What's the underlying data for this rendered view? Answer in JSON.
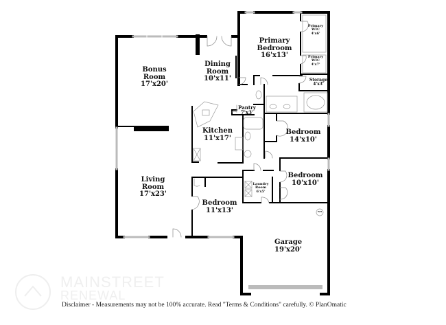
{
  "floorplan": {
    "rooms": [
      {
        "id": "bonus-room",
        "name": "Bonus Room",
        "name_lines": [
          "Bonus",
          "Room"
        ],
        "size": "17'x20'"
      },
      {
        "id": "dining-room",
        "name": "Dining Room",
        "name_lines": [
          "Dining",
          "Room"
        ],
        "size": "10'x11'"
      },
      {
        "id": "primary-bedroom",
        "name": "Primary Bedroom",
        "name_lines": [
          "Primary",
          "Bedroom"
        ],
        "size": "16'x13'"
      },
      {
        "id": "primary-wic-1",
        "name": "Primary WIC",
        "name_lines": [
          "Primary",
          "WIC"
        ],
        "size": "4'x6'"
      },
      {
        "id": "primary-wic-2",
        "name": "Primary WIC",
        "name_lines": [
          "Primary",
          "WIC"
        ],
        "size": "4'x7'"
      },
      {
        "id": "storage",
        "name": "Storage",
        "name_lines": [
          "Storage"
        ],
        "size": "4'x3'"
      },
      {
        "id": "pantry",
        "name": "Pantry",
        "name_lines": [
          "Pantry"
        ],
        "size": "7'x3'"
      },
      {
        "id": "kitchen",
        "name": "Kitchen",
        "name_lines": [
          "Kitchen"
        ],
        "size": "11'x17'"
      },
      {
        "id": "bedroom-14x10",
        "name": "Bedroom",
        "name_lines": [
          "Bedroom"
        ],
        "size": "14'x10'"
      },
      {
        "id": "bedroom-10x10",
        "name": "Bedroom",
        "name_lines": [
          "Bedroom"
        ],
        "size": "10'x10'"
      },
      {
        "id": "laundry-room",
        "name": "Laundry Room",
        "name_lines": [
          "Laundry",
          "Room"
        ],
        "size": "6'x5'"
      },
      {
        "id": "living-room",
        "name": "Living Room",
        "name_lines": [
          "Living",
          "Room"
        ],
        "size": "17'x23'"
      },
      {
        "id": "bedroom-11x13",
        "name": "Bedroom",
        "name_lines": [
          "Bedroom"
        ],
        "size": "11'x13'"
      },
      {
        "id": "garage",
        "name": "Garage",
        "name_lines": [
          "Garage"
        ],
        "size": "19'x20'"
      }
    ],
    "fixtures": {
      "water_heater_label": "WH"
    }
  },
  "watermark": {
    "line1": "MAINSTREET",
    "line2": "RENEWAL"
  },
  "footer": {
    "disclaimer": "Disclaimer - Measurements may not be 100% accurate. Read \"Terms & Conditions\" carefully. © PlanOmatic"
  },
  "colors": {
    "wall": "#000000",
    "window": "#bbbbbb",
    "fixture": "#999999",
    "watermark": "#eeeeee"
  }
}
